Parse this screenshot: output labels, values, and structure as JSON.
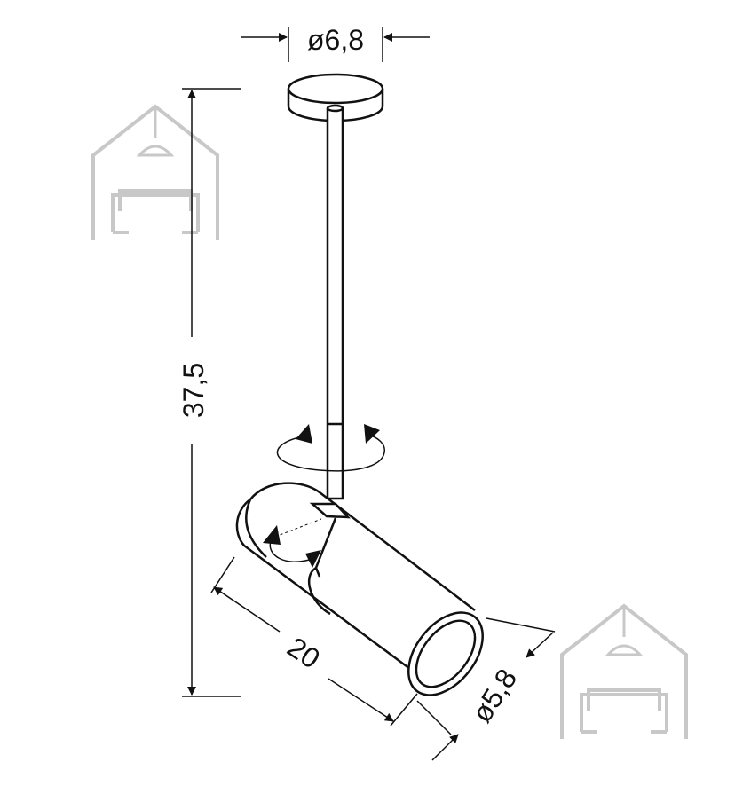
{
  "dimensions": {
    "canopy_diameter": "ø6,8",
    "total_height": "37,5",
    "shade_length": "20",
    "shade_diameter": "ø5,8"
  },
  "colors": {
    "line": "#111111",
    "watermark": "#c8c8c8",
    "fill": "#ffffff"
  },
  "icons": {
    "watermark": "house-lamp-sofa-logo",
    "rotation": "rotation-arrows-icon",
    "tilt": "tilt-arrows-icon"
  }
}
